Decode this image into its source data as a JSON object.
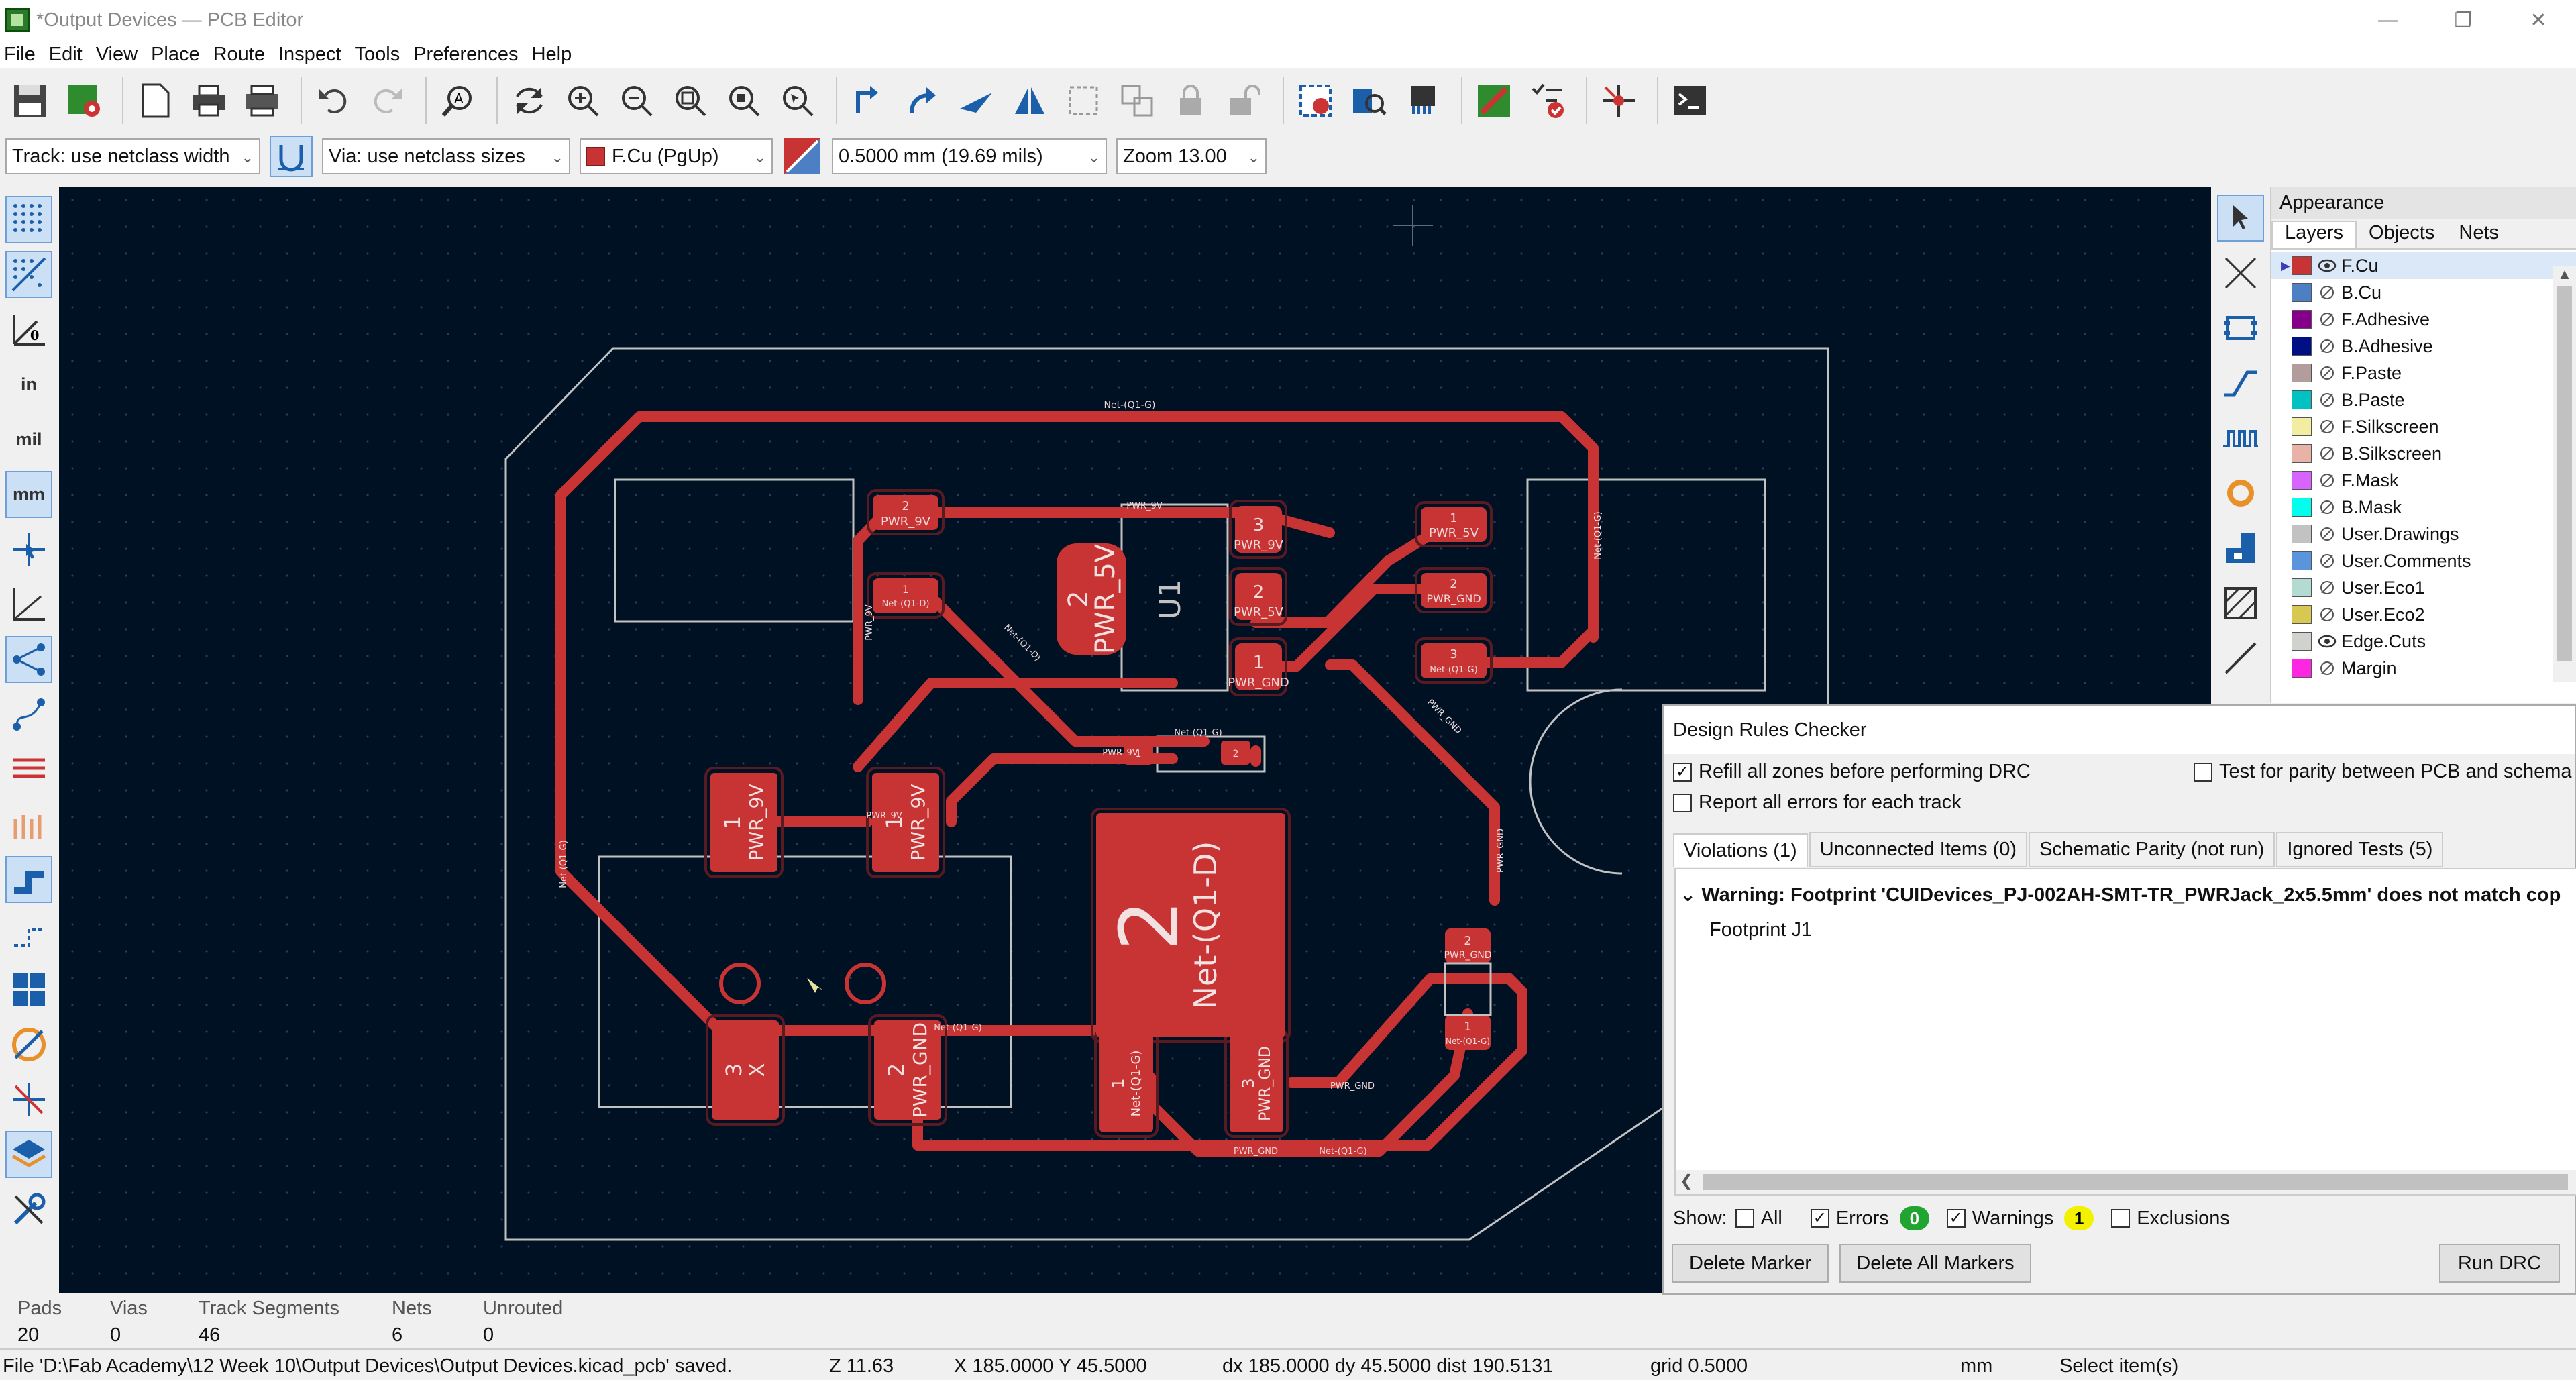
{
  "window": {
    "title": "*Output Devices — PCB Editor"
  },
  "menu": [
    "File",
    "Edit",
    "View",
    "Place",
    "Route",
    "Inspect",
    "Tools",
    "Preferences",
    "Help"
  ],
  "toolbar2": {
    "track": "Track: use netclass width",
    "via": "Via: use netclass sizes",
    "layer": "F.Cu (PgUp)",
    "grid": "0.5000 mm (19.69 mils)",
    "zoom": "Zoom 13.00"
  },
  "left_toolbar": {
    "in": "in",
    "mil": "mil",
    "mm": "mm"
  },
  "appearance": {
    "title": "Appearance",
    "tabs": [
      "Layers",
      "Objects",
      "Nets"
    ],
    "layers": [
      {
        "name": "F.Cu",
        "color": "#c83434",
        "visible": "eye"
      },
      {
        "name": "B.Cu",
        "color": "#4d7fc4",
        "visible": "hidden"
      },
      {
        "name": "F.Adhesive",
        "color": "#84008a",
        "visible": "hidden"
      },
      {
        "name": "B.Adhesive",
        "color": "#000f84",
        "visible": "hidden"
      },
      {
        "name": "F.Paste",
        "color": "#b39c9c",
        "visible": "hidden"
      },
      {
        "name": "B.Paste",
        "color": "#00c2c2",
        "visible": "hidden"
      },
      {
        "name": "F.Silkscreen",
        "color": "#f2eda1",
        "visible": "hidden"
      },
      {
        "name": "B.Silkscreen",
        "color": "#e8b2a7",
        "visible": "hidden"
      },
      {
        "name": "F.Mask",
        "color": "#d864ff",
        "visible": "hidden"
      },
      {
        "name": "B.Mask",
        "color": "#02ffee",
        "visible": "hidden"
      },
      {
        "name": "User.Drawings",
        "color": "#c2c2c2",
        "visible": "hidden"
      },
      {
        "name": "User.Comments",
        "color": "#5994dc",
        "visible": "hidden"
      },
      {
        "name": "User.Eco1",
        "color": "#b4dbd2",
        "visible": "hidden"
      },
      {
        "name": "User.Eco2",
        "color": "#d8c852",
        "visible": "hidden"
      },
      {
        "name": "Edge.Cuts",
        "color": "#d0d2cd",
        "visible": "eye"
      },
      {
        "name": "Margin",
        "color": "#ff26e2",
        "visible": "hidden"
      }
    ]
  },
  "drc": {
    "title": "Design Rules Checker",
    "refill": "Refill all zones before performing DRC",
    "report_all": "Report all errors for each track",
    "parity": "Test for parity between PCB and schema",
    "tabs": [
      "Violations (1)",
      "Unconnected Items (0)",
      "Schematic Parity (not run)",
      "Ignored Tests (5)"
    ],
    "warning": "Warning: Footprint 'CUIDevices_PJ-002AH-SMT-TR_PWRJack_2x5.5mm' does not match cop",
    "warning_item": "Footprint J1",
    "show_label": "Show:",
    "show_all": "All",
    "show_errors": "Errors",
    "errors_count": "0",
    "show_warnings": "Warnings",
    "warnings_count": "1",
    "show_exclusions": "Exclusions",
    "btn_delete_marker": "Delete Marker",
    "btn_delete_all": "Delete All Markers",
    "btn_run": "Run DRC"
  },
  "stats": {
    "pads_label": "Pads",
    "pads": "20",
    "vias_label": "Vias",
    "vias": "0",
    "tracks_label": "Track Segments",
    "tracks": "46",
    "nets_label": "Nets",
    "nets": "6",
    "unrouted_label": "Unrouted",
    "unrouted": "0"
  },
  "status": {
    "msg": "File 'D:\\Fab Academy\\12 Week 10\\Output Devices\\Output Devices.kicad_pcb' saved.",
    "z": "Z 11.63",
    "xy": "X 185.0000  Y 45.5000",
    "dxy": "dx 185.0000  dy 45.5000  dist 190.5131",
    "grid": "grid 0.5000",
    "units": "mm",
    "mode": "Select item(s)"
  },
  "pcb": {
    "net_q1g": "Net-(Q1-G)",
    "net_q1d": "Net-(Q1-D)",
    "pwr9v": "PWR_9V",
    "pwr5v": "PWR_5V",
    "pwrgnd": "PWR_GND",
    "u1": "U1",
    "num1": "1",
    "num2": "2",
    "num3": "3",
    "x": "X"
  }
}
